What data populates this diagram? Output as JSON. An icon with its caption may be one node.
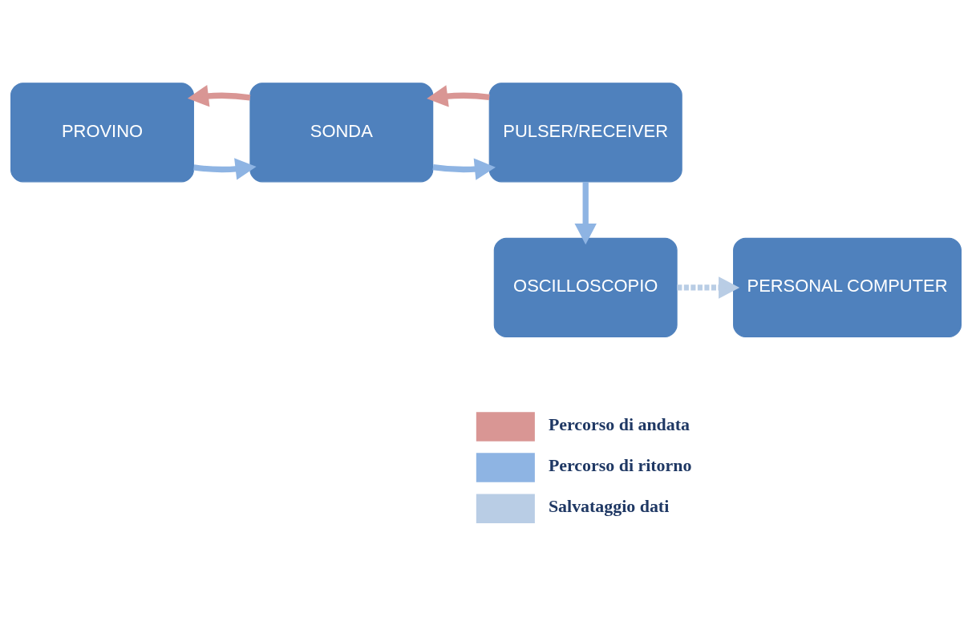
{
  "diagram": {
    "nodes": [
      {
        "text": [
          "PROVINO"
        ]
      },
      {
        "text": [
          "SONDA"
        ]
      },
      {
        "text": [
          "PULSER/RECEIVER"
        ]
      },
      {
        "text": [
          "PERSONAL COMPUTER"
        ]
      },
      {
        "text": [
          "OSCILLOSCOPIO"
        ]
      }
    ],
    "edges": [
      {
        "from": 0,
        "to": 1,
        "arrow": "to"
      },
      {
        "from": 1,
        "to": 0,
        "arrow": "to",
        "color": "#d99694"
      },
      {
        "from": 1,
        "to": 2,
        "arrow": "to"
      },
      {
        "from": 2,
        "to": 1,
        "arrow": "to",
        "color": "#d99694"
      },
      {
        "from": 2,
        "to": 4,
        "arrow": "to"
      },
      {
        "from": 4,
        "to": 3,
        "arrow": "to",
        "style": "dashed",
        "color": "#b9cde5"
      }
    ],
    "legend": [
      {
        "text": "Percorso di andata",
        "color": "#d99694"
      },
      {
        "text": "Percorso di ritorno",
        "color": "#8eb4e3"
      },
      {
        "text": "Salvataggio dati",
        "color": "#b9cde5"
      }
    ]
  }
}
